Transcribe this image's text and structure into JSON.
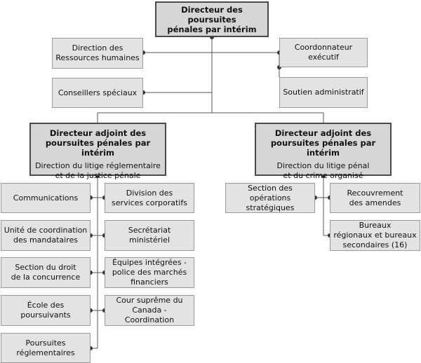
{
  "head": {
    "line1": "Directeur des poursuites",
    "line2": "pénales par intérim"
  },
  "staff": {
    "rh": {
      "line1": "Direction des",
      "line2": "Ressources humaines"
    },
    "conseillers": {
      "line1": "Conseillers spéciaux"
    },
    "coord": {
      "line1": "Coordonnateur",
      "line2": "exécutif"
    },
    "soutien": {
      "line1": "Soutien administratif"
    }
  },
  "deputy_left": {
    "title1": "Directeur adjoint des",
    "title2": "poursuites pénales par intérim",
    "sub1": "Direction du litige réglementaire",
    "sub2": "et de la justice pénale"
  },
  "deputy_right": {
    "title1": "Directeur adjoint des",
    "title2": "poursuites pénales par intérim",
    "sub1": "Direction du litige pénal",
    "sub2": "et du crime organisé"
  },
  "left_units": [
    {
      "line1": "Communications",
      "line2": ""
    },
    {
      "line1": "Unité de coordination",
      "line2": "des mandataires"
    },
    {
      "line1": "Section du droit",
      "line2": "de la concurrence"
    },
    {
      "line1": "École des",
      "line2": "poursuivants"
    },
    {
      "line1": "Poursuites",
      "line2": "réglementaires"
    }
  ],
  "middle_units": [
    {
      "line1": "Division des",
      "line2": "services corporatifs",
      "line3": ""
    },
    {
      "line1": "Secrétariat ministériel",
      "line2": "",
      "line3": ""
    },
    {
      "line1": "Équipes intégrées -",
      "line2": "police des marchés",
      "line3": "financiers"
    },
    {
      "line1": "Cour suprême du",
      "line2": "Canada - Coordination",
      "line3": ""
    }
  ],
  "right_units": {
    "operations": {
      "line1": "Section des opérations",
      "line2": "stratégiques"
    },
    "recouvrement": {
      "line1": "Recouvrement",
      "line2": "des amendes"
    },
    "bureaux": {
      "line1": "Bureaux",
      "line2": "régionaux et bureaux",
      "line3": "secondaires (16)"
    }
  },
  "colors": {
    "box_fill": "#e3e3e3",
    "head_fill": "#d6d6d6",
    "line": "#555555",
    "dot": "#333333"
  }
}
